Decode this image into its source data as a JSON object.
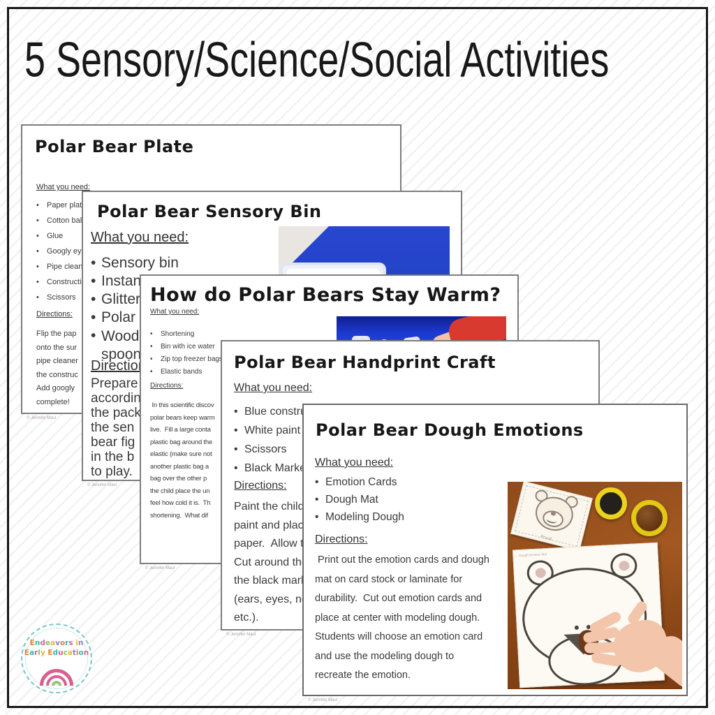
{
  "page_title": "5 Sensory/Science/Social Activities",
  "watermark": "© Jennifer Maul",
  "cards": [
    {
      "title": "Polar Bear Plate",
      "need_label": "What you need:",
      "items": [
        "Paper plate",
        "Cotton balls",
        "Glue",
        "Googly eyes",
        "Pipe cleaners",
        "Construction paper",
        "Scissors"
      ],
      "directions_label": "Directions:",
      "lines": [
        "Flip the pap",
        "onto the sur",
        "pipe cleaner",
        "the construc",
        "Add googly",
        "complete!"
      ]
    },
    {
      "title": "Polar Bear Sensory Bin",
      "need_label": "What you need:",
      "items": [
        "Sensory bin",
        "Instant Snow",
        "Glitter",
        "Polar bears",
        "Wooden spoons"
      ],
      "directions_label": "Directions:",
      "lines": [
        "Prepare",
        "according",
        "the pack",
        "the sen",
        "bear fig",
        "in the b",
        "to play."
      ]
    },
    {
      "title": "How do Polar Bears Stay Warm?",
      "need_label": "What you need:",
      "items": [
        "Shortening",
        "Bin with ice water",
        "Zip top freezer bags",
        "Elastic bands"
      ],
      "directions_label": "Directions:",
      "lines": [
        " In this scientific discov",
        "polar bears keep warm",
        "live.  Fill a large conta",
        "plastic bag around the",
        "elastic (make sure not",
        "another plastic bag a",
        "bag over the other p",
        "the child place the un",
        "feel how cold it is.  Th",
        "shortening.  What dif"
      ]
    },
    {
      "title": "Polar Bear Handprint Craft",
      "need_label": "What you need:",
      "items": [
        "Blue construction",
        "White paint",
        "Scissors",
        "Black Marker"
      ],
      "directions_label": "Directions:",
      "lines": [
        "Paint the child's",
        "paint and place",
        "paper.  Allow the",
        "Cut around the",
        "the black marker",
        "(ears, eyes, nose,",
        "etc.)."
      ]
    },
    {
      "title": "Polar Bear Dough Emotions",
      "need_label": "What you need:",
      "items": [
        "Emotion Cards",
        "Dough Mat",
        "Modeling Dough"
      ],
      "directions_label": "Directions:",
      "lines": [
        " Print out the emotion cards and dough",
        "mat on card stock or laminate for",
        "durability.  Cut out emotion cards and",
        "place at center with modeling dough.",
        "Students will choose an emotion card",
        "and use the modeling dough to",
        "recreate the emotion."
      ]
    }
  ],
  "photos": {
    "dough": {
      "card_label": "Proud",
      "mat_label": "Dough Emotion Mat"
    }
  },
  "logo": {
    "line1": "Endeavors in",
    "line2": "Early Education",
    "letter_colors": [
      "#e8833a",
      "#3bb7b0",
      "#e0618e",
      "#8fbf6b",
      "#e7b93c",
      "#8b7fc9"
    ]
  },
  "colors": {
    "frame": "#161616",
    "stripe": "#e9e9e9",
    "card_border": "#7d7d7d",
    "text": "#2e2e2e",
    "blue_mat": "#2744cf",
    "ice_blue": "#1c39cf",
    "red_sleeve": "#d93a30",
    "skin": "#f3c5ab",
    "yellow_cup": "#e9cf1a",
    "wood": "#96511f",
    "logo_teal": "#79c6c2",
    "logo_pink": "#d7608f",
    "logo_green": "#9cc27a"
  }
}
